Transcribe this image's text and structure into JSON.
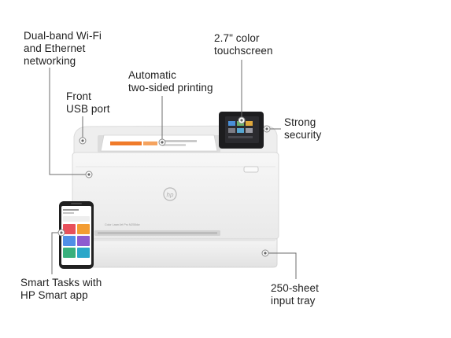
{
  "callouts": {
    "wifi": "Dual-band Wi-Fi\nand Ethernet\nnetworking",
    "touchscreen": "2.7\" color\ntouchscreen",
    "duplex": "Automatic\ntwo-sided printing",
    "usb": "Front\nUSB port",
    "security": "Strong\nsecurity",
    "smart_tasks": "Smart Tasks with\nHP Smart app",
    "tray": "250-sheet\ninput tray"
  },
  "printer": {
    "brand_logo": "hp",
    "model_label": "Color LaserJet Pro M255dw"
  },
  "colors": {
    "printer_body": "#f2f2f2",
    "accent_orange": "#f07b2a",
    "screen_dark": "#1d1d1f"
  }
}
